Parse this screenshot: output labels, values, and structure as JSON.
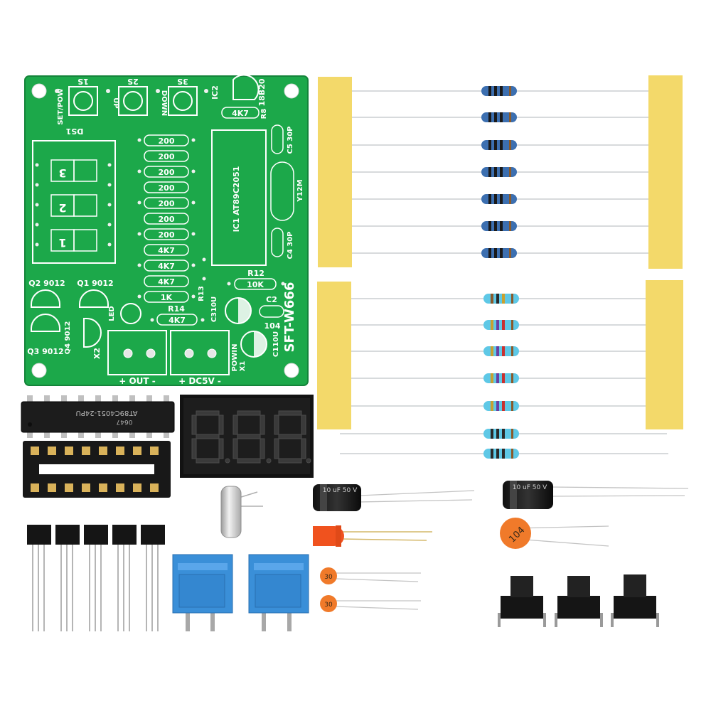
{
  "pcb": {
    "board_name": "SFT-W666",
    "switch_labels": [
      "1S",
      "2S",
      "3S"
    ],
    "function_labels": [
      "SET/POW",
      "UP",
      "DOWN"
    ],
    "ic2_label": "IC2",
    "sensor_label": "18B20",
    "r8_label": "R8",
    "r8_value": "4K7",
    "display_label": "DS1",
    "digit_labels": [
      "1",
      "2",
      "3"
    ],
    "resistor_values": [
      "200",
      "200",
      "200",
      "200",
      "200",
      "200",
      "200",
      "4K7",
      "4K7",
      "4K7",
      "1K"
    ],
    "r12_label": "R12",
    "r12_value": "10K",
    "r13_label": "R13",
    "r14_label": "R14",
    "r14_value": "4K7",
    "ic1_label": "IC1 AT89C2051",
    "crystal_label": "Y12M",
    "c5_label": "C5 30P",
    "c4_label": "C4 30P",
    "c2_label": "C2",
    "c2_value": "104",
    "c3_label": "C310U",
    "c1_label": "C110U",
    "transistors": [
      "Q2 9012",
      "Q1 9012",
      "Q3 9012",
      "Q4 9012"
    ],
    "led_label": "LED",
    "x2_label": "X2",
    "x1_label": "X1",
    "out_label": "+ OUT -",
    "dc_label": "+ DC5V -",
    "powin_label": "POWIN"
  },
  "chip": {
    "marking_line1": "AT89C4051-24PU",
    "marking_line2": "0647"
  },
  "display": {
    "segments": "8.8.8."
  },
  "capacitors": {
    "electrolytic_marking": "10 uF 50 V",
    "ceramic_small": "30",
    "ceramic_large": "104"
  },
  "colors": {
    "pcb_green": "#1ca84a",
    "tape_yellow": "#f3d96a",
    "terminal_blue": "#3a8fd8",
    "resistor_blue": "#3c6fb0",
    "resistor_cyan": "#5ec8e6"
  }
}
